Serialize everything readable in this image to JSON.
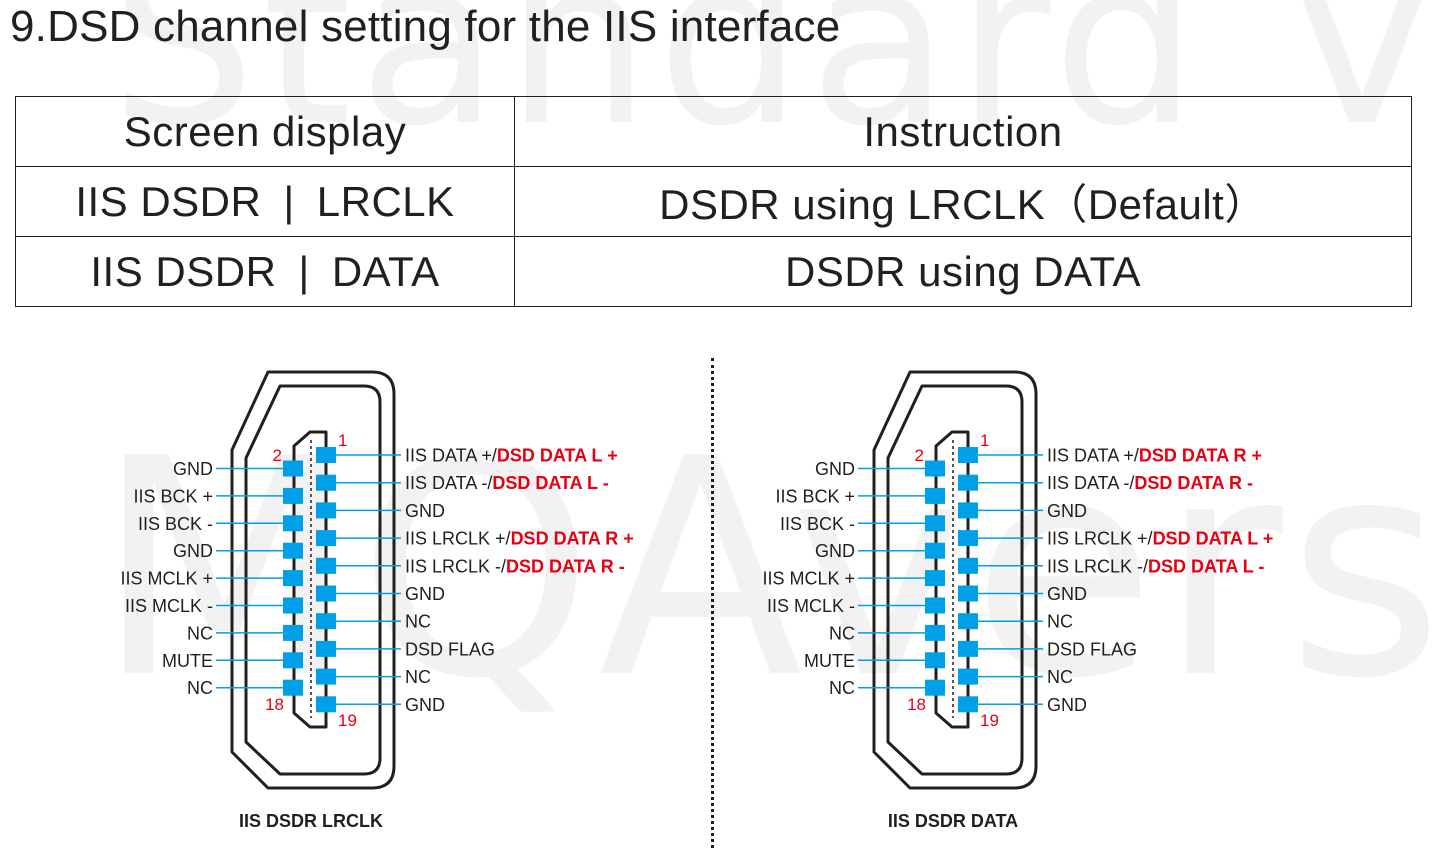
{
  "title": "9.DSD channel setting for the IIS interface",
  "watermark": {
    "line1": "Standard V",
    "line2": "MQAvers"
  },
  "table": {
    "headers": [
      "Screen display",
      "Instruction"
    ],
    "rows": [
      {
        "display_left": "IIS DSDR",
        "display_sep": "|",
        "display_right": "LRCLK",
        "instruction": "DSDR using LRCLK（Default）"
      },
      {
        "display_left": "IIS DSDR",
        "display_sep": "|",
        "display_right": "DATA",
        "instruction": "DSDR using DATA"
      }
    ]
  },
  "colors": {
    "text": "#231f20",
    "pin": "#00a0e9",
    "highlight": "#e60012"
  },
  "diagrams": [
    {
      "caption": "IIS DSDR LRCLK",
      "pin_numbers": {
        "first": "1",
        "second": "2",
        "eighteenth": "18",
        "last": "19"
      },
      "left_labels": [
        "GND",
        "IIS BCK +",
        "IIS BCK -",
        "GND",
        "IIS MCLK +",
        "IIS MCLK -",
        "NC",
        "MUTE",
        "NC"
      ],
      "right_labels": [
        {
          "text": "IIS DATA +/",
          "red": "DSD DATA L +"
        },
        {
          "text": "IIS DATA -/",
          "red": "DSD DATA L -"
        },
        {
          "text": "GND",
          "red": ""
        },
        {
          "text": "IIS LRCLK +/",
          "red": "DSD DATA R +"
        },
        {
          "text": "IIS LRCLK -/",
          "red": "DSD DATA R -"
        },
        {
          "text": "GND",
          "red": ""
        },
        {
          "text": "NC",
          "red": ""
        },
        {
          "text": "DSD FLAG",
          "red": ""
        },
        {
          "text": "NC",
          "red": ""
        },
        {
          "text": "GND",
          "red": ""
        }
      ]
    },
    {
      "caption": "IIS DSDR DATA",
      "pin_numbers": {
        "first": "1",
        "second": "2",
        "eighteenth": "18",
        "last": "19"
      },
      "left_labels": [
        "GND",
        "IIS BCK +",
        "IIS BCK -",
        "GND",
        "IIS MCLK +",
        "IIS MCLK -",
        "NC",
        "MUTE",
        "NC"
      ],
      "right_labels": [
        {
          "text": "IIS DATA +/",
          "red": "DSD DATA R +"
        },
        {
          "text": "IIS DATA -/",
          "red": "DSD DATA R -"
        },
        {
          "text": "GND",
          "red": ""
        },
        {
          "text": "IIS LRCLK +/",
          "red": "DSD DATA L +"
        },
        {
          "text": "IIS LRCLK -/",
          "red": "DSD DATA L -"
        },
        {
          "text": "GND",
          "red": ""
        },
        {
          "text": "NC",
          "red": ""
        },
        {
          "text": "DSD FLAG",
          "red": ""
        },
        {
          "text": "NC",
          "red": ""
        },
        {
          "text": "GND",
          "red": ""
        }
      ]
    }
  ]
}
